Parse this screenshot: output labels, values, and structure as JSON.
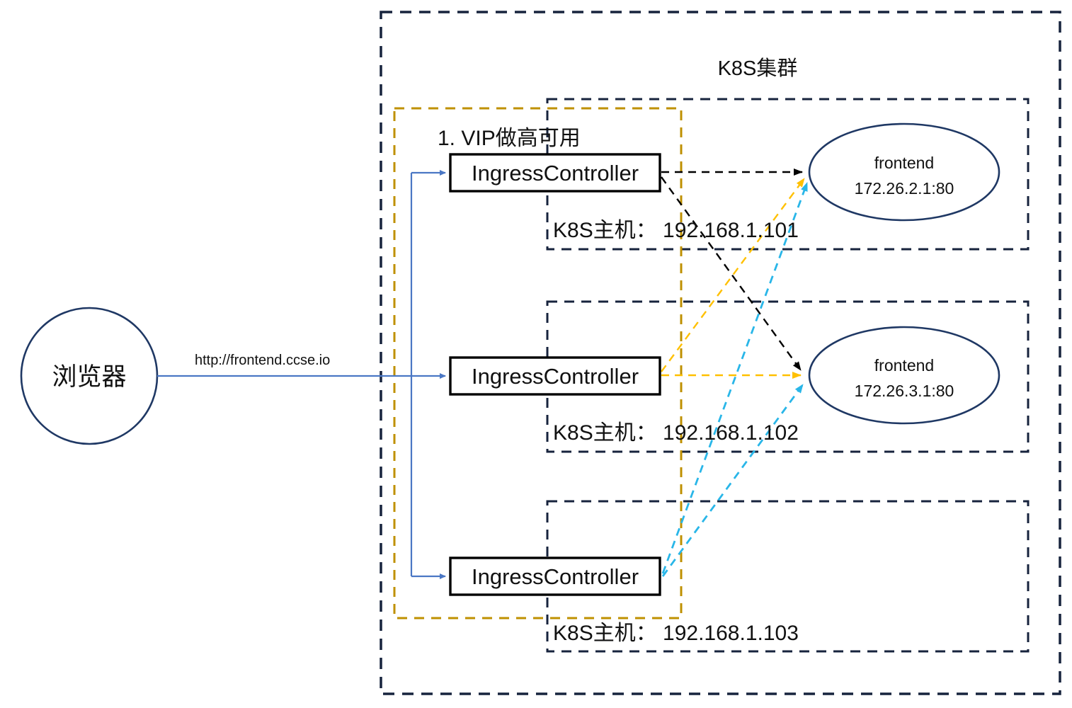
{
  "diagram": {
    "title": "K8S Ingress high availability topology",
    "colors": {
      "navy": "#17233d",
      "gold": "#bf9000",
      "cyan": "#29b6e8",
      "black": "#000000",
      "blue_arrow": "#4a77c4",
      "ellipse_stroke": "#1f3864",
      "text": "#111111"
    },
    "cluster": {
      "label": "K8S集群"
    },
    "vip_group": {
      "label": "1. VIP做高可用"
    },
    "browser": {
      "label": "浏览器"
    },
    "request": {
      "url": "http://frontend.ccse.io"
    },
    "hosts": [
      {
        "label": "K8S主机：",
        "ip": "192.168.1.101",
        "full": "K8S主机： 192.168.1.101"
      },
      {
        "label": "K8S主机：",
        "ip": "192.168.1.102",
        "full": "K8S主机： 192.168.1.102"
      },
      {
        "label": "K8S主机：",
        "ip": "192.168.1.103",
        "full": "K8S主机： 192.168.1.103"
      }
    ],
    "controllers": [
      {
        "label": "IngressController"
      },
      {
        "label": "IngressController"
      },
      {
        "label": "IngressController"
      }
    ],
    "pods": [
      {
        "name": "frontend",
        "address": "172.26.2.1:80"
      },
      {
        "name": "frontend",
        "address": "172.26.3.1:80"
      }
    ]
  }
}
